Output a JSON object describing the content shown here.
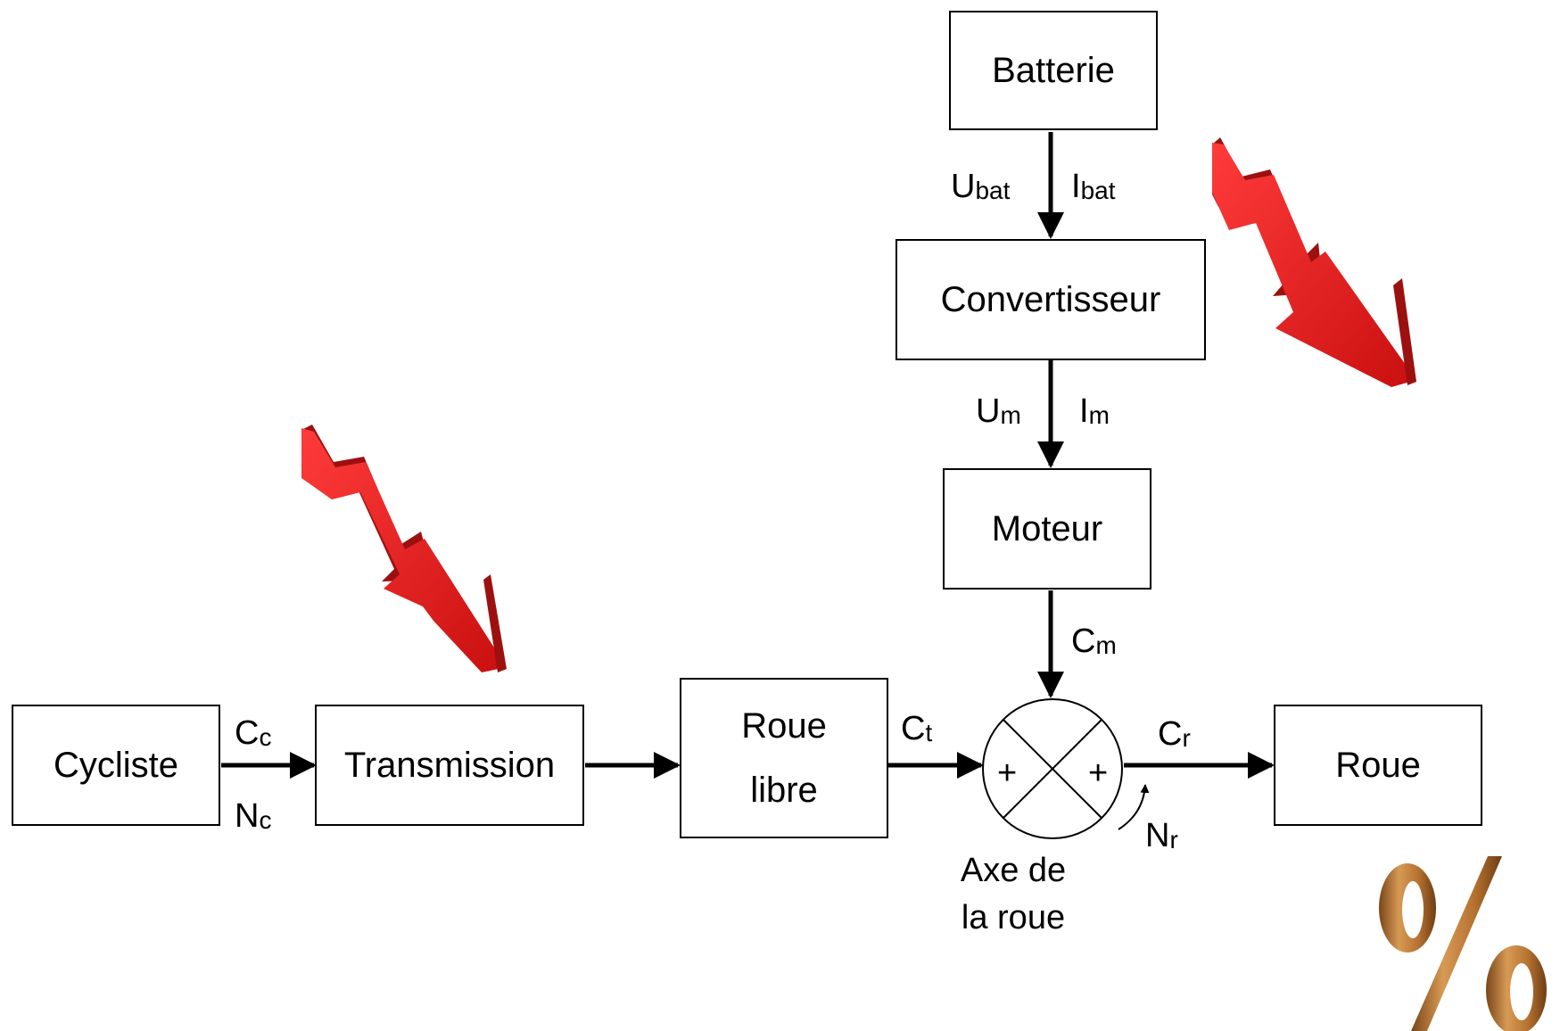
{
  "blocks": {
    "batterie": "Batterie",
    "convertisseur": "Convertisseur",
    "moteur": "Moteur",
    "cycliste": "Cycliste",
    "transmission": "Transmission",
    "roue_libre_line1": "Roue",
    "roue_libre_line2": "libre",
    "roue": "Roue"
  },
  "signals": {
    "ubat": {
      "main": "U",
      "sub": "bat"
    },
    "ibat": {
      "main": "I",
      "sub": "bat"
    },
    "um": {
      "main": "U",
      "sub": "m"
    },
    "im": {
      "main": "I",
      "sub": "m"
    },
    "cm": {
      "main": "C",
      "sub": "m"
    },
    "cc": {
      "main": "C",
      "sub": "c"
    },
    "nc": {
      "main": "N",
      "sub": "c"
    },
    "ct": {
      "main": "C",
      "sub": "t"
    },
    "cr": {
      "main": "C",
      "sub": "r"
    },
    "nr": {
      "main": "N",
      "sub": "r"
    }
  },
  "summing_junction": {
    "left_sign": "+",
    "right_sign": "+",
    "caption_line1": "Axe de",
    "caption_line2": "la roue"
  },
  "colors": {
    "line": "#000000",
    "arrow_red": "#e31b1b",
    "arrow_red_dark": "#a50f0f",
    "wood": "#c8853f",
    "wood_dark": "#8a5220"
  },
  "decorations": [
    "red-zigzag-arrow-icon",
    "red-zigzag-arrow-icon",
    "wooden-percent-icon"
  ]
}
